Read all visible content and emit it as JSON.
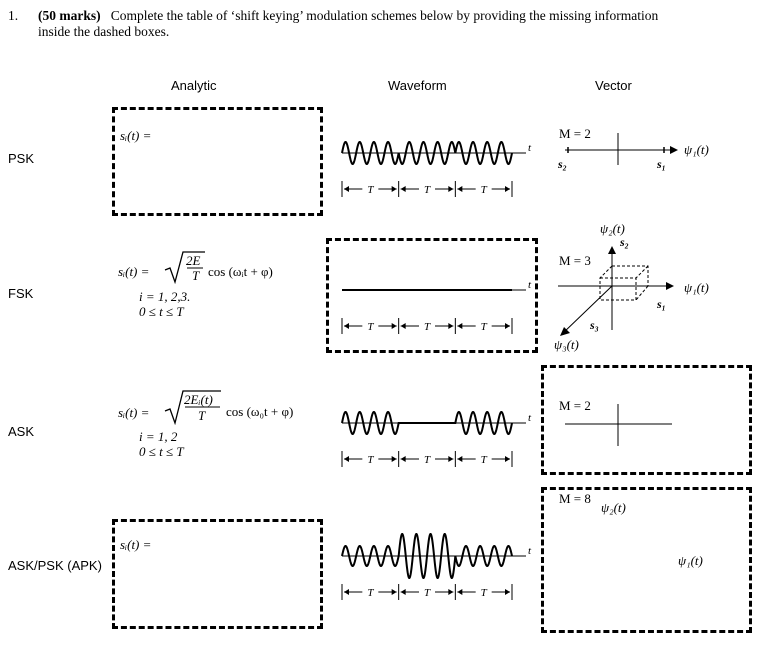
{
  "question": {
    "number": "1.",
    "marks": "(50 marks)",
    "text_line1": "Complete the table of ‘shift keying’ modulation schemes below by providing the missing information",
    "text_line2": "inside the dashed boxes."
  },
  "headers": {
    "analytic": "Analytic",
    "waveform": "Waveform",
    "vector": "Vector"
  },
  "rows": {
    "psk": {
      "label": "PSK",
      "analytic_prompt": "sᵢ(t) =",
      "m": "M = 2",
      "s2": "s₂",
      "s1": "s₁",
      "psi1": "ψ₁(t)",
      "t": "t"
    },
    "fsk": {
      "label": "FSK",
      "eq_left": "sᵢ(t) =",
      "sqrt_num": "2E",
      "sqrt_den": "T",
      "eq_right": "cos (ωᵢt + φ)",
      "index": "i = 1, 2,3.",
      "range": "0 ≤ t ≤ T",
      "m": "M = 3",
      "psi2": "ψ₂(t)",
      "psi1": "ψ₁(t)",
      "psi3": "ψ₃(t)",
      "s1": "s₁",
      "s2": "s₂",
      "s3": "s₃",
      "t": "t"
    },
    "ask": {
      "label": "ASK",
      "eq_left": "sᵢ(t) =",
      "sqrt_num": "2Eᵢ(t)",
      "sqrt_den": "T",
      "eq_right": "cos (ω₀t + φ)",
      "index": "i = 1, 2",
      "range": "0 ≤ t ≤ T",
      "m": "M = 2",
      "t": "t"
    },
    "apk": {
      "label": "ASK/PSK (APK)",
      "analytic_prompt": "sᵢ(t) =",
      "m": "M = 8",
      "psi2": "ψ₂(t)",
      "psi1": "ψ₁(t)",
      "t": "t"
    }
  },
  "period_label": "T"
}
